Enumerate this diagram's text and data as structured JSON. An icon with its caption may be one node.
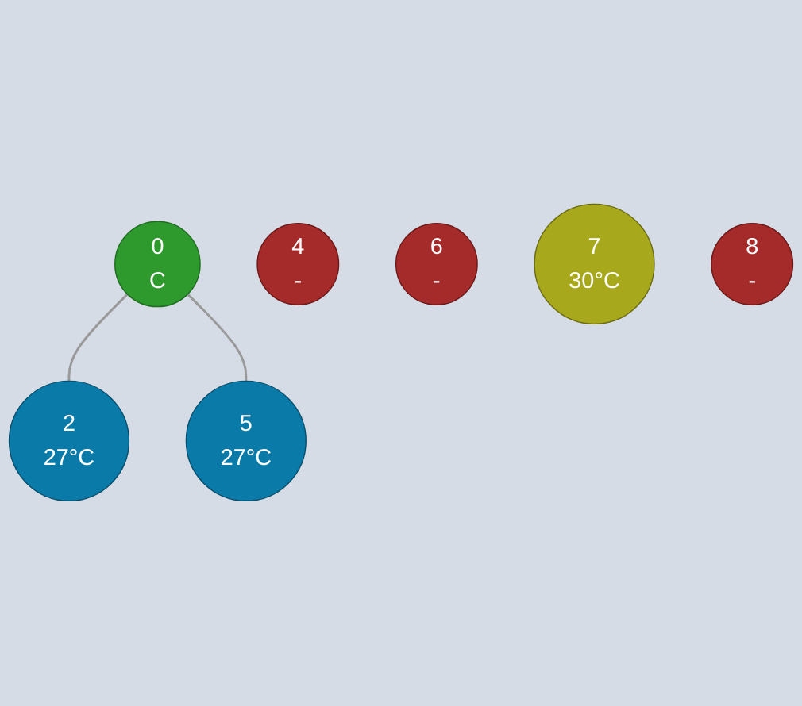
{
  "diagram": {
    "nodes": [
      {
        "text": [
          "0",
          "C"
        ]
      },
      {
        "text": [
          "2",
          "27°C"
        ]
      },
      {
        "text": [
          "5",
          "27°C"
        ]
      },
      {
        "text": [
          "4",
          "-"
        ]
      },
      {
        "text": [
          "6",
          "-"
        ]
      },
      {
        "text": [
          "7",
          "30°C"
        ]
      },
      {
        "text": [
          "8",
          "-"
        ]
      }
    ],
    "edges": [
      {
        "from": 0,
        "to": 1,
        "arrow": "none"
      },
      {
        "from": 0,
        "to": 2,
        "arrow": "none"
      }
    ]
  }
}
